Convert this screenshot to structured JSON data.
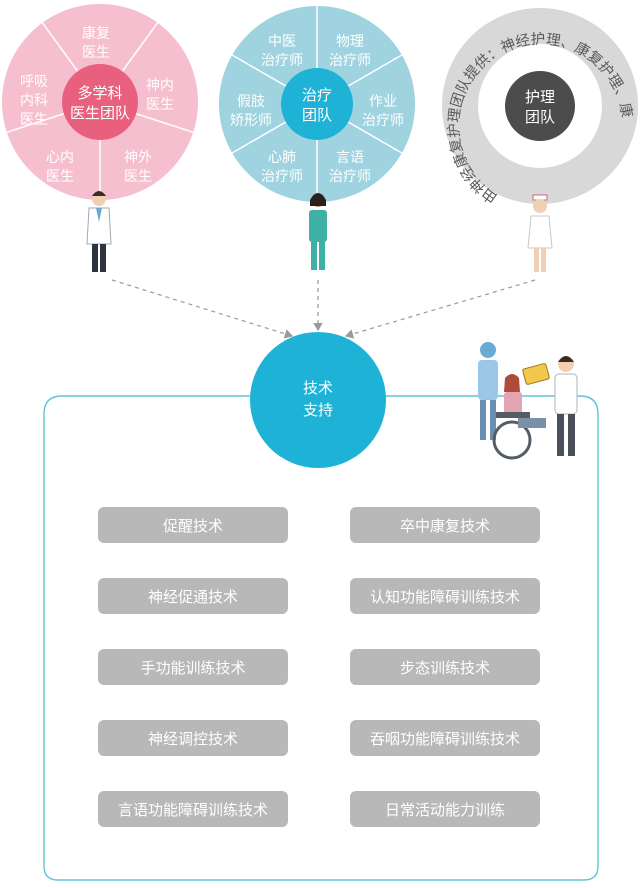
{
  "teams": {
    "multidisciplinary": {
      "center": [
        "多学科",
        "医生团队"
      ],
      "segments": [
        [
          "康复",
          "医生"
        ],
        [
          "神内",
          "医生"
        ],
        [
          "神外",
          "医生"
        ],
        [
          "心内",
          "医生"
        ],
        [
          "呼吸",
          "内科",
          "医生"
        ]
      ]
    },
    "therapy": {
      "center": [
        "治疗",
        "团队"
      ],
      "segments": [
        [
          "中医",
          "治疗师"
        ],
        [
          "物理",
          "治疗师"
        ],
        [
          "作业",
          "治疗师"
        ],
        [
          "言语",
          "治疗师"
        ],
        [
          "心肺",
          "治疗师"
        ],
        [
          "假肢",
          "矫形师"
        ]
      ]
    },
    "nursing": {
      "center": [
        "护理",
        "团队"
      ],
      "ring_text": "由神经康复护理团队提供：神经护理、康复护理、康复指导"
    }
  },
  "support": {
    "lines": [
      "技术",
      "支持"
    ]
  },
  "techniques": [
    "促醒技术",
    "卒中康复技术",
    "神经促通技术",
    "认知功能障碍训练技术",
    "手功能训练技术",
    "步态训练技术",
    "神经调控技术",
    "吞咽功能障碍训练技术",
    "言语功能障碍训练技术",
    "日常活动能力训练"
  ],
  "colors": {
    "pink": "#f6bfcf",
    "pink_dark": "#e8607e",
    "blue": "#9fd3df",
    "blue_dark": "#1eb3d6",
    "gray": "#d8d8d8",
    "gray_dark": "#4c4c4c",
    "button": "#b8b8b8",
    "outline": "#5fc3d9"
  }
}
